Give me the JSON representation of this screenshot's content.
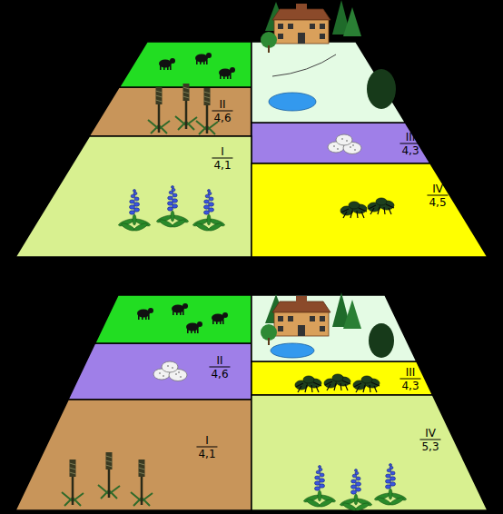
{
  "diagram": {
    "nodes": [
      {
        "text": [
          "II",
          "4,6"
        ]
      },
      {
        "text": [
          "III",
          "4,3"
        ]
      },
      {
        "text": [
          "I",
          "4,1"
        ]
      },
      {
        "text": [
          "IV",
          "4,5"
        ]
      },
      {
        "text": [
          "II",
          "4,6"
        ]
      },
      {
        "text": [
          "III",
          "4,3"
        ]
      },
      {
        "text": [
          "I",
          "4,1"
        ]
      },
      {
        "text": [
          "IV",
          "5,3"
        ]
      }
    ]
  }
}
